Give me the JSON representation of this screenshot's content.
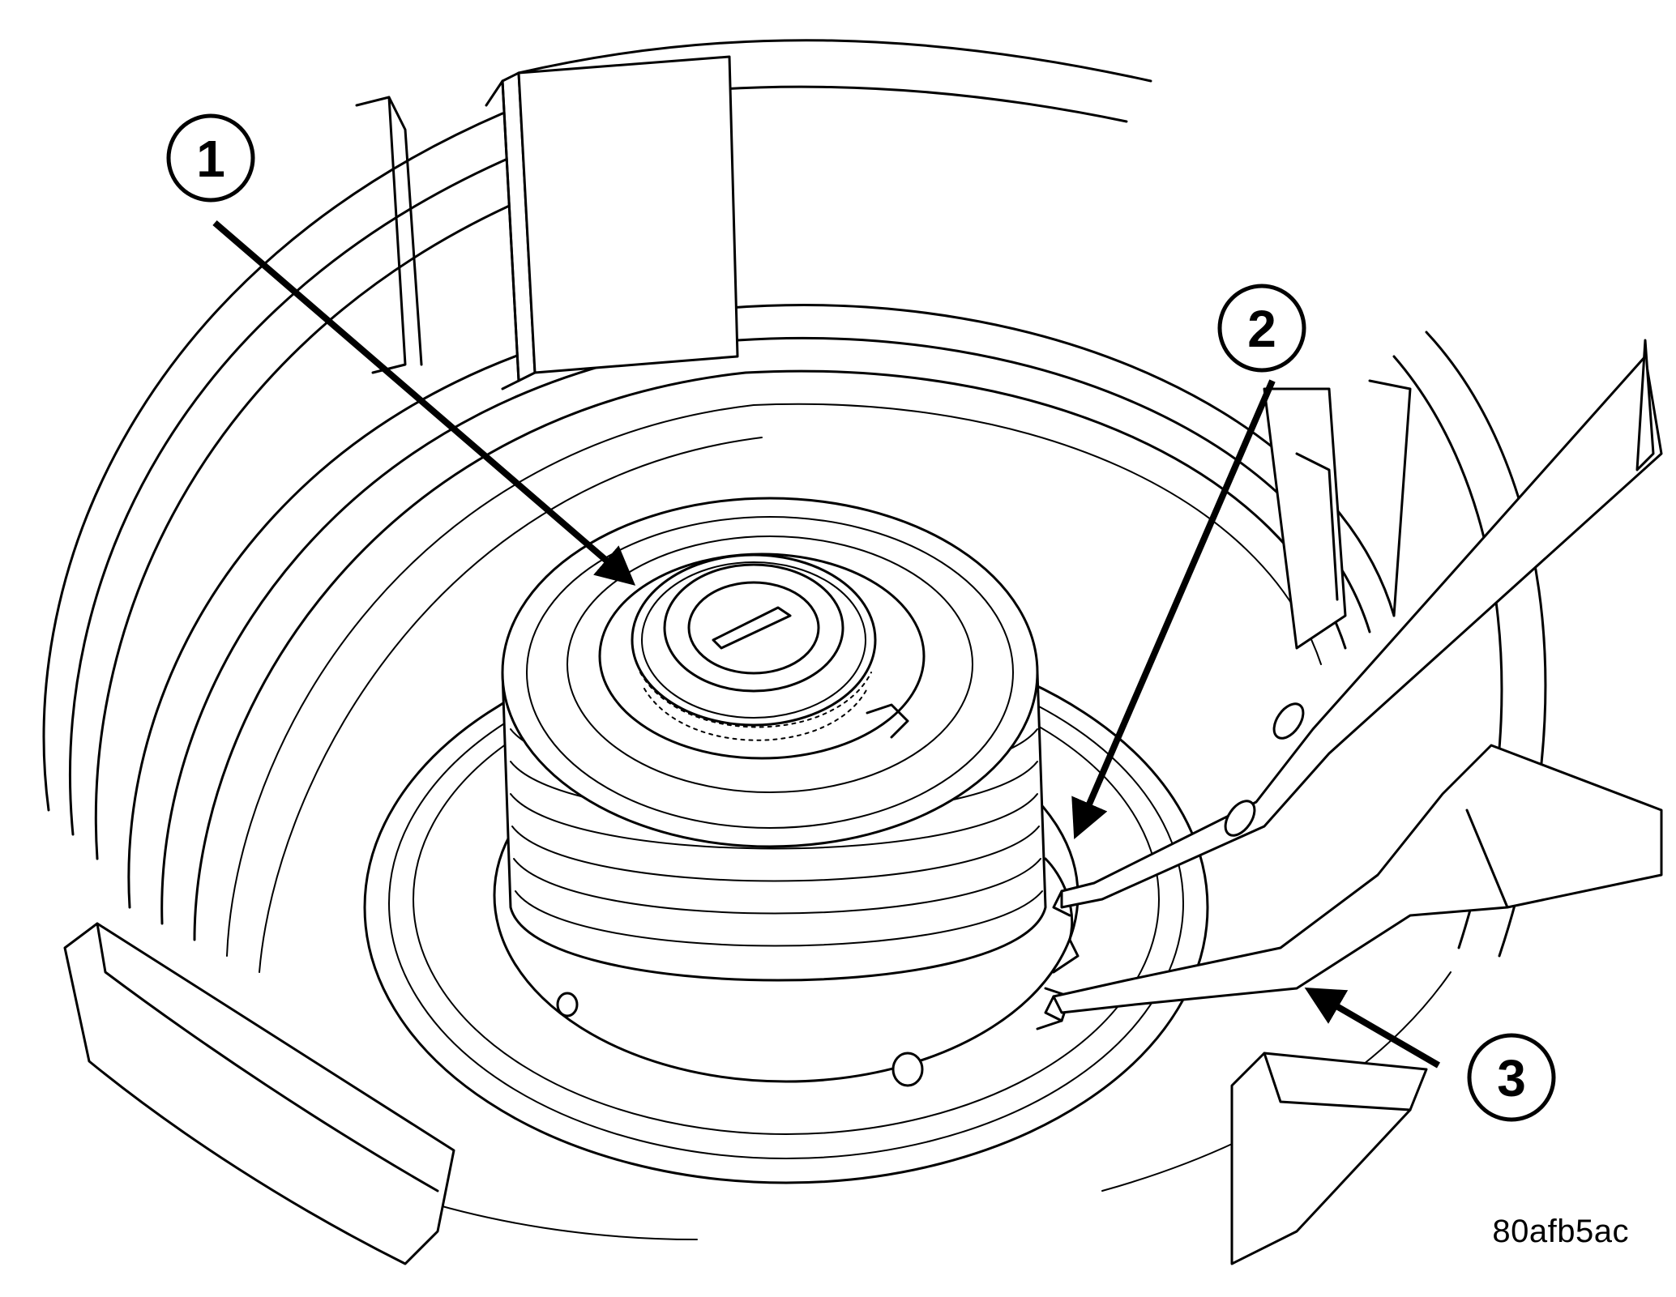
{
  "callouts": [
    {
      "id": "1",
      "label": "1"
    },
    {
      "id": "2",
      "label": "2"
    },
    {
      "id": "3",
      "label": "3"
    }
  ],
  "figure_code": "80afb5ac",
  "colors": {
    "line": "#000000",
    "background": "#ffffff"
  }
}
